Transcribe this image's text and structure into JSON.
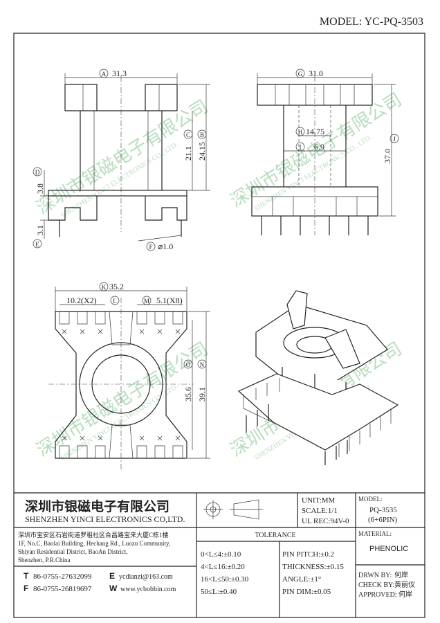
{
  "model": "MODEL: YC-PQ-3503",
  "dims": {
    "a": {
      "letter": "A",
      "value": "31.3"
    },
    "b": {
      "letter": "B",
      "value": "24.15"
    },
    "c": {
      "letter": "C",
      "value": "21.1"
    },
    "d": {
      "letter": "D",
      "value": "3.8"
    },
    "e": {
      "letter": "E",
      "value": "3.1"
    },
    "f": {
      "letter": "F",
      "value": "⌀1.0"
    },
    "g": {
      "letter": "G",
      "value": "31.0"
    },
    "h": {
      "letter": "H",
      "value": "14.75"
    },
    "i": {
      "letter": "I",
      "value": "6.9"
    },
    "j": {
      "letter": "J",
      "value": "37.0"
    },
    "k": {
      "letter": "K",
      "value": "35.2"
    },
    "l": {
      "letter": "L",
      "value": "10.2(X2)"
    },
    "m": {
      "letter": "M",
      "value": "5.1(X8)"
    },
    "n": {
      "letter": "N",
      "value": "39.1"
    },
    "o": {
      "letter": "O",
      "value": "35.6"
    }
  },
  "watermark": {
    "cn": "深圳市银磁电子有限公司",
    "en": "SHENZHEN YINCI ELECTRONICS CO., LTD."
  },
  "company": {
    "name_cn": "深圳市银磁电子有限公司",
    "name_en": "SHENZHEN YINCI ELECTRONICS CO,LTD.",
    "address_cn": "深圳市宝安区石岩街道罗租社区合昌路宝来大厦C栋1楼",
    "address_en_1": "1F, No.C, Baolai Building, Hechang Rd., Luozu Community,",
    "address_en_2": "Shiyan Residential District, BaoAn District,",
    "address_en_3": "Shenzhen, P.R.China",
    "tel_label": "T",
    "tel": "86-0755-27632099",
    "fax_label": "F",
    "fax": "86-0755-26819697",
    "email_label": "E",
    "email": "ycdianzi@163.com",
    "web_label": "W",
    "web": "www.ycbobbin.com"
  },
  "spec": {
    "unit": "UNIT:MM",
    "scale": "SCALE:1/1",
    "ul": "UL REC:94V-0",
    "model_label": "MODEL:",
    "model_1": "PQ-3535",
    "model_2": "(6+6PIN)",
    "material_label": "MATERIAL:",
    "material": "PHENOLIC"
  },
  "tolerance": {
    "title": "TOLERANCE",
    "rows": [
      "0<L≤4:±0.10",
      "4<L≤16:±0.20",
      "16<L≤50:±0.30",
      "50≤L:±0.40"
    ],
    "pin_rows": [
      "PIN PITCH:±0.2",
      "THICKNESS:±0.15",
      "ANGLE:±1°",
      "PIN DIM:±0.05"
    ]
  },
  "signoff": {
    "drawn_label": "DRWN BY:",
    "drawn": "何岸",
    "check_label": "CHECK BY:",
    "check": "黄丽仪",
    "approved_label": "APPROVED:",
    "approved": "何岸"
  }
}
